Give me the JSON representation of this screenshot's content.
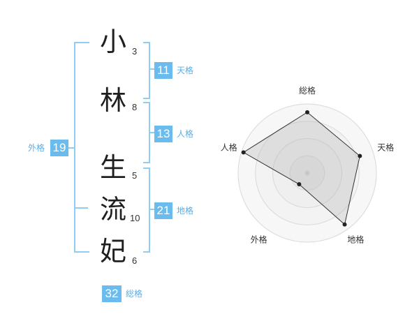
{
  "name": {
    "chars": [
      {
        "char": "小",
        "strokes": "3"
      },
      {
        "char": "林",
        "strokes": "8"
      },
      {
        "char": "生",
        "strokes": "5"
      },
      {
        "char": "流",
        "strokes": "10"
      },
      {
        "char": "妃",
        "strokes": "6"
      }
    ]
  },
  "fortunes": {
    "tenkaku": {
      "value": "11",
      "label": "天格"
    },
    "jinkaku": {
      "value": "13",
      "label": "人格"
    },
    "chikaku": {
      "value": "21",
      "label": "地格"
    },
    "gaikaku": {
      "value": "19",
      "label": "外格"
    },
    "soukaku": {
      "value": "32",
      "label": "総格"
    }
  },
  "colors": {
    "accent": "#6bbcee",
    "bracket": "#8fcdf3",
    "label": "#5aaee6"
  },
  "chart_data": {
    "type": "radar",
    "axes": [
      "総格",
      "天格",
      "地格",
      "外格",
      "人格"
    ],
    "values": [
      0.88,
      0.8,
      0.92,
      0.2,
      0.97
    ],
    "rings": 4,
    "range": [
      0,
      1
    ]
  }
}
